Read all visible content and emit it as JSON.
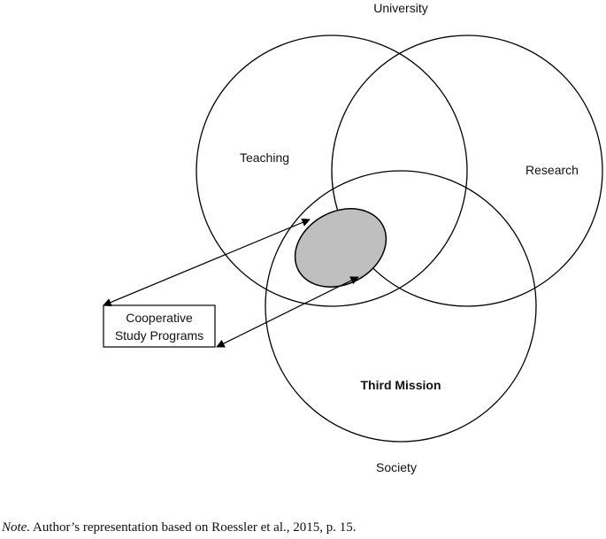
{
  "diagram": {
    "labels": {
      "top": "University",
      "bottom": "Society",
      "teaching": "Teaching",
      "research": "Research",
      "third_mission": "Third Mission"
    },
    "callout": {
      "line1": "Cooperative",
      "line2": "Study Programs"
    },
    "colors": {
      "stroke": "#000000",
      "highlight_fill": "#bfbfbf"
    }
  },
  "note": {
    "label": "Note.",
    "text": " Author’s representation based on Roessler et al., 2015, p. 15."
  }
}
